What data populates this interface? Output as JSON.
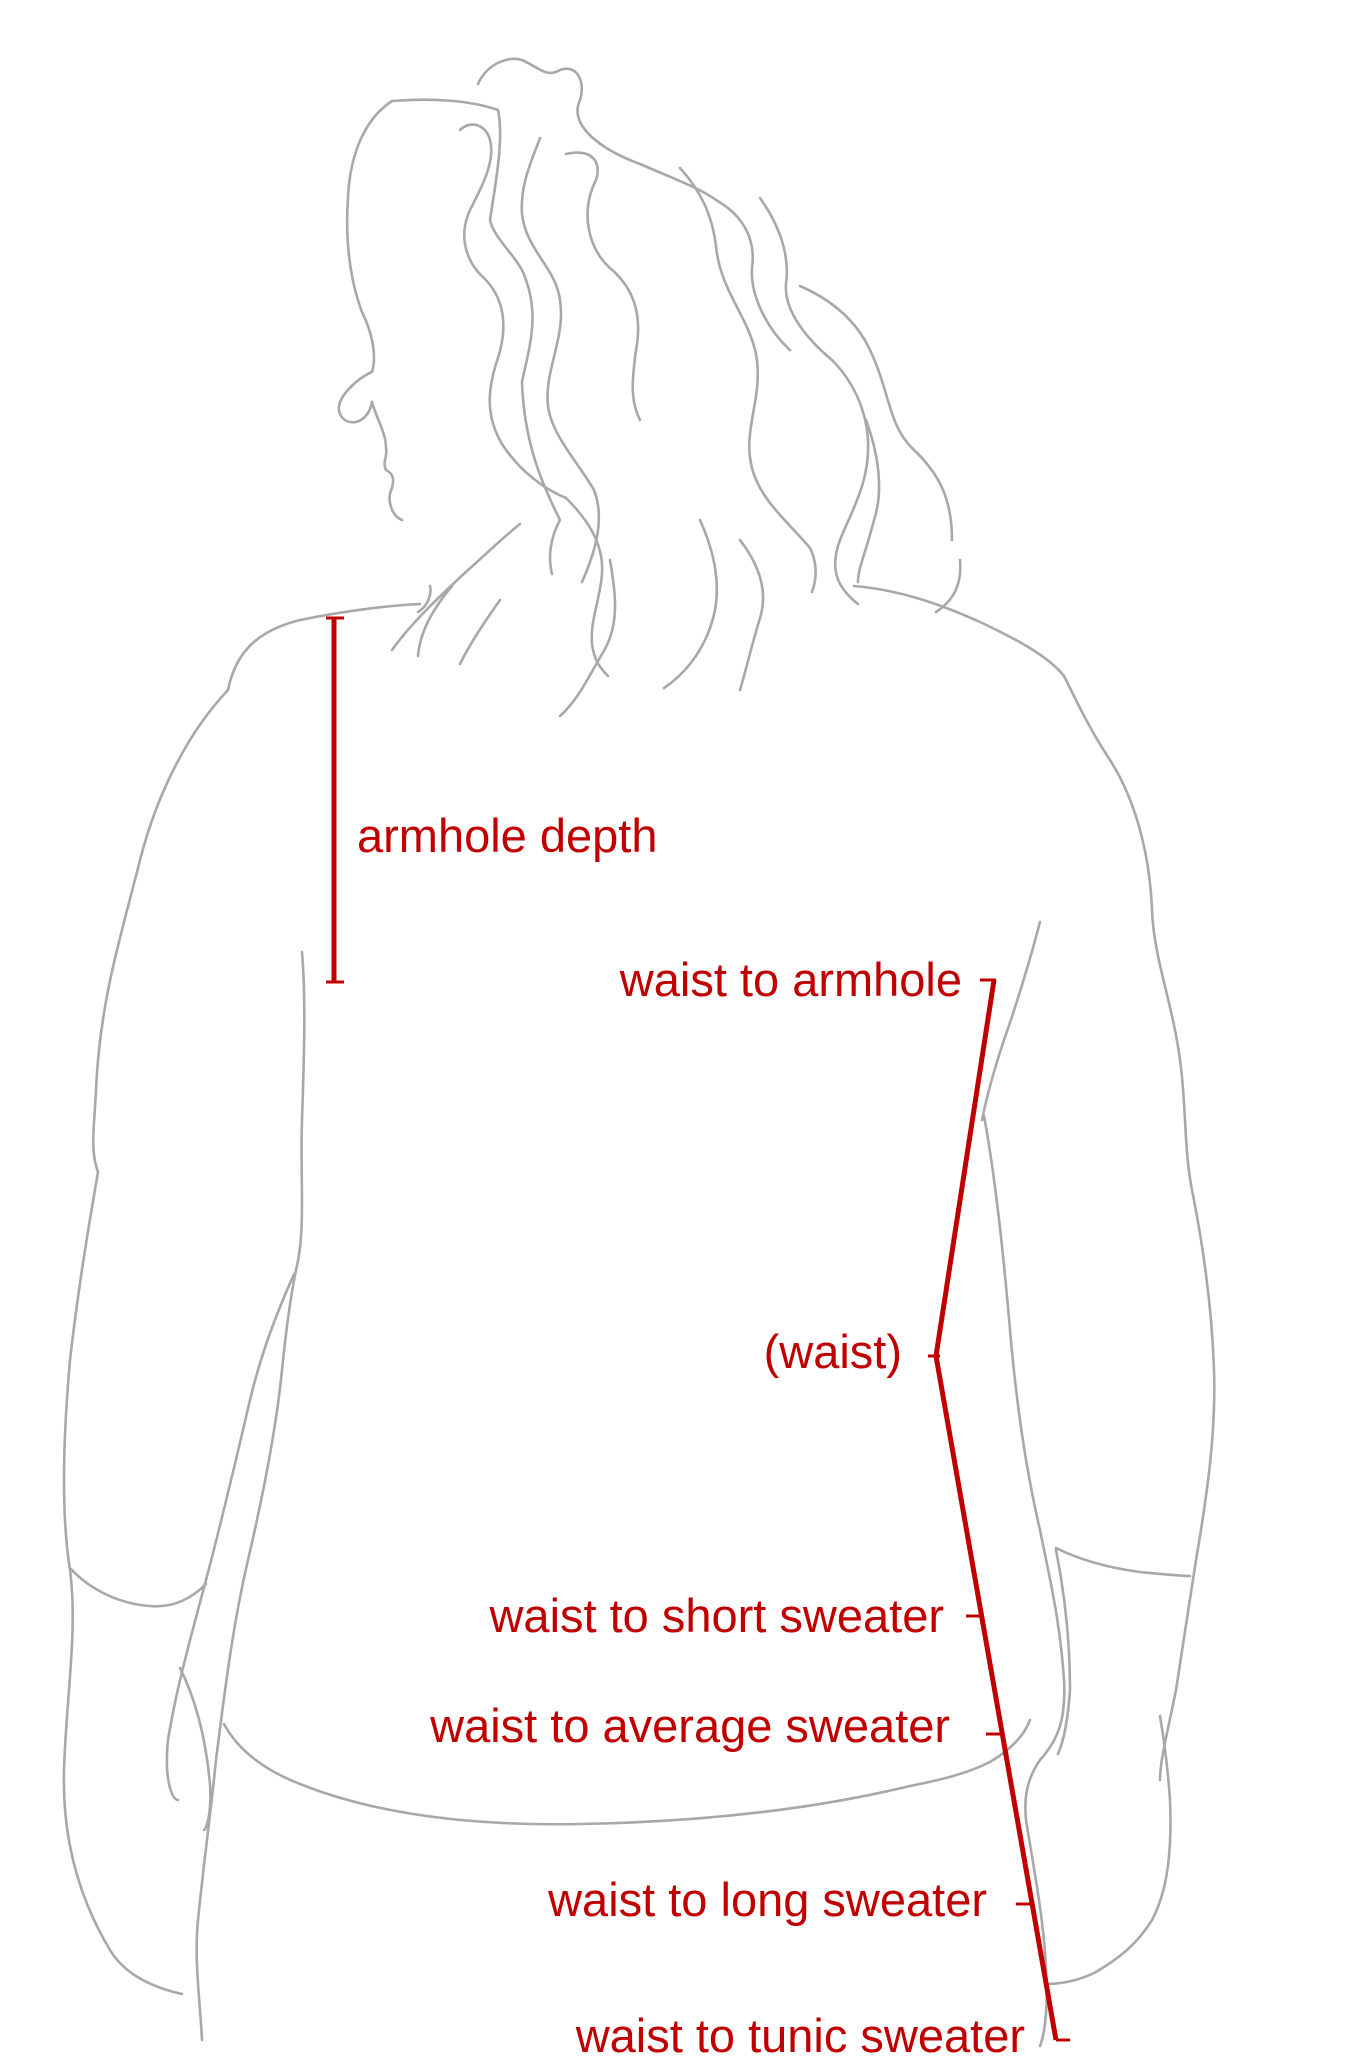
{
  "diagram": {
    "line_color": "#a8a8a8",
    "measure_color": "#c00000",
    "labels": {
      "armhole_depth": "armhole depth",
      "waist_to_armhole": "waist to armhole",
      "waist": "(waist)",
      "waist_to_short": "waist to short sweater",
      "waist_to_average": "waist to average sweater",
      "waist_to_long": "waist to long sweater",
      "waist_to_tunic": "waist to tunic sweater"
    }
  }
}
